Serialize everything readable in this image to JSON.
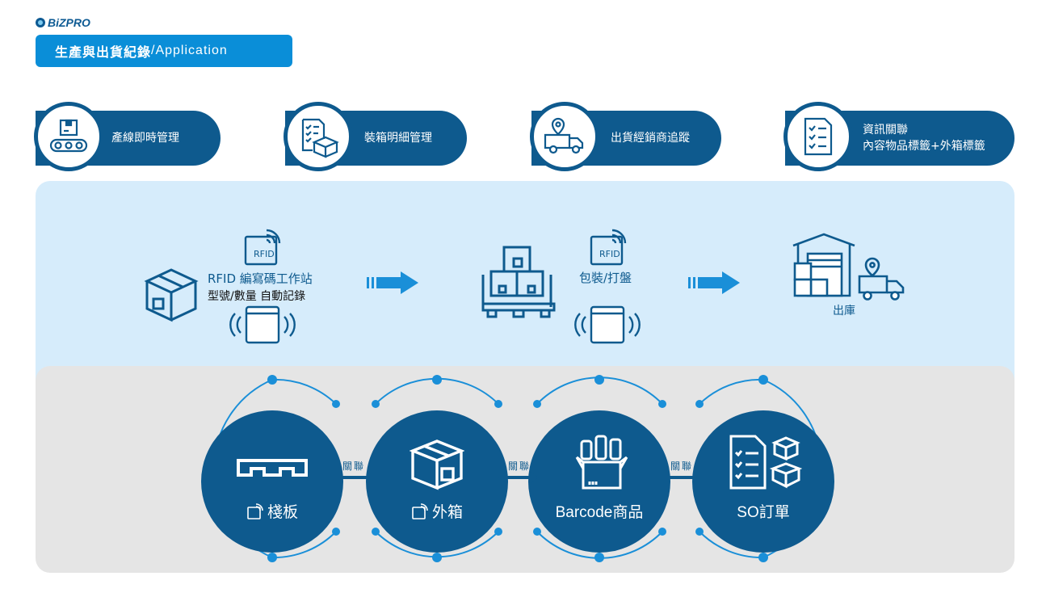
{
  "brand": {
    "logo_text": "BiZPRO"
  },
  "header": {
    "title_main": "生產與出貨紀錄",
    "title_sub": "/Application"
  },
  "features": [
    {
      "label": "產線即時管理",
      "icon": "conveyor-box-icon"
    },
    {
      "label": "裝箱明細管理",
      "icon": "checklist-box-icon"
    },
    {
      "label": "出貨經銷商追蹤",
      "icon": "truck-location-icon"
    },
    {
      "label_line1": "資訊關聯",
      "label_line2": "內容物品標籤+外箱標籤",
      "icon": "checklist-icon"
    }
  ],
  "process": {
    "step1_tag": "RFID",
    "step1_line1": "RFID 編寫碼工作站",
    "step1_line2": "型號/數量 自動記錄",
    "step2_tag": "RFID",
    "step2_label": "包裝/打盤",
    "step3_label": "出庫"
  },
  "nodes": [
    {
      "label": "棧板",
      "tag": "RFID",
      "icon": "pallet-icon"
    },
    {
      "label": "外箱",
      "tag": "RFID",
      "icon": "box-icon"
    },
    {
      "label": "Barcode商品",
      "icon": "products-box-icon"
    },
    {
      "label": "SO訂單",
      "icon": "order-boxes-icon"
    }
  ],
  "link_label": "關聯",
  "colors": {
    "primary": "#0e5a8e",
    "accent": "#0a8ed8",
    "panel_blue": "#d6ecfb",
    "panel_gray": "#e5e5e5"
  }
}
